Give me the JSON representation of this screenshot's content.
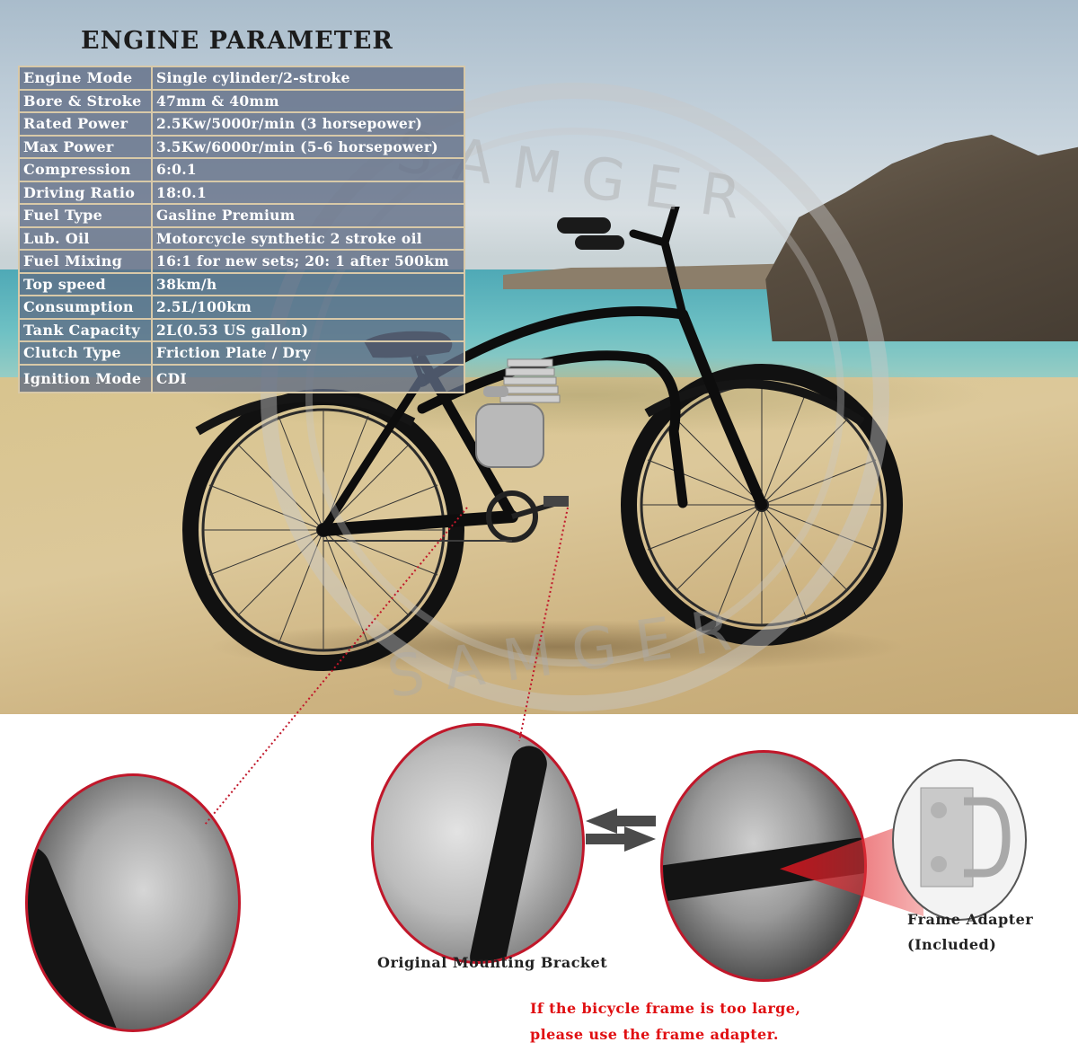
{
  "title": "ENGINE PARAMETER",
  "watermark": {
    "brand": "SAMGER"
  },
  "parameters": [
    {
      "label": "Engine Mode",
      "value": "Single cylinder/2-stroke"
    },
    {
      "label": "Bore & Stroke",
      "value": "47mm & 40mm"
    },
    {
      "label": "Rated Power",
      "value": "2.5Kw/5000r/min (3 horsepower)"
    },
    {
      "label": "Max Power",
      "value": "3.5Kw/6000r/min (5-6 horsepower)"
    },
    {
      "label": "Compression",
      "value": "6:0.1"
    },
    {
      "label": "Driving Ratio",
      "value": "18:0.1"
    },
    {
      "label": "Fuel Type",
      "value": "Gasline Premium"
    },
    {
      "label": "Lub. Oil",
      "value": "Motorcycle synthetic 2 stroke oil"
    },
    {
      "label": "Fuel Mixing",
      "value": "16:1 for new sets; 20: 1 after 500km"
    },
    {
      "label": "Top speed",
      "value": "38km/h"
    },
    {
      "label": "Consumption",
      "value": "2.5L/100km"
    },
    {
      "label": "Tank Capacity",
      "value": "2L(0.53 US gallon)"
    },
    {
      "label": "Clutch Type",
      "value": "Friction Plate / Dry"
    },
    {
      "label": "Ignition Mode",
      "value": "CDI"
    }
  ],
  "details": {
    "bracket_caption": "Original Mounting Bracket",
    "adapter_caption_line1": "Frame Adapter",
    "adapter_caption_line2": "(Included)",
    "note_line1": "If the bicycle frame is too large,",
    "note_line2": "please use the frame adapter."
  },
  "icons": {
    "swap": "swap-arrows-icon"
  },
  "colors": {
    "table_bg": "#5f6c84",
    "table_border": "#d8c9a8",
    "circle_border": "#c1172a",
    "note_text": "#e00f12",
    "arrow": "#4a4a4a"
  }
}
